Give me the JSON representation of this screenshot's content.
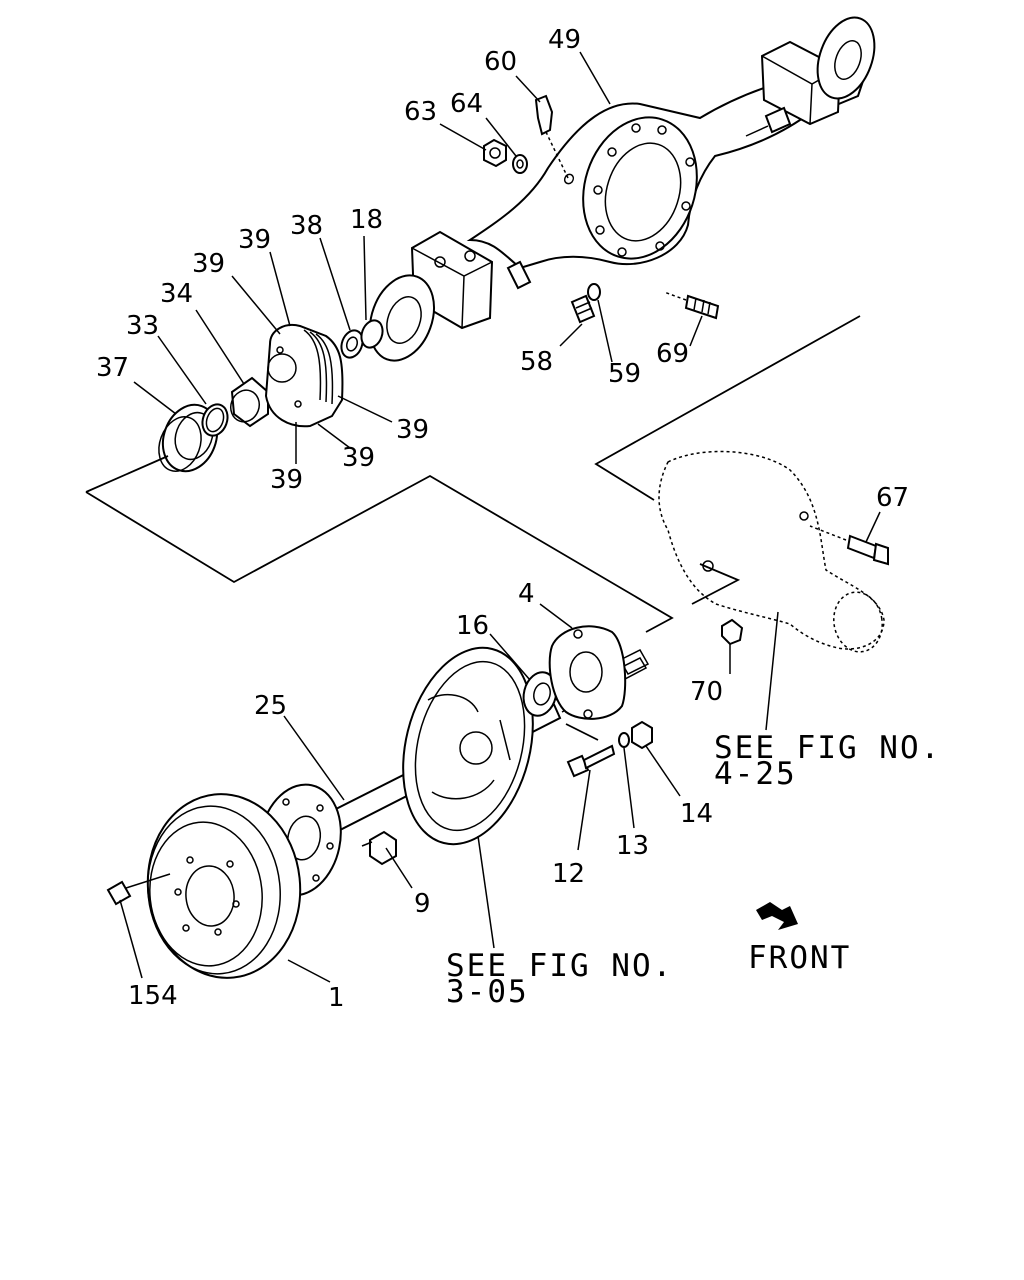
{
  "labels": {
    "p49": "49",
    "p60": "60",
    "p64": "64",
    "p63": "63",
    "p18": "18",
    "p38": "38",
    "p39a": "39",
    "p39b": "39",
    "p34": "34",
    "p33": "33",
    "p37": "37",
    "p39c": "39",
    "p39d": "39",
    "p39e": "39",
    "p58": "58",
    "p59": "59",
    "p69": "69",
    "p67": "67",
    "p70": "70",
    "p4": "4",
    "p16": "16",
    "p25": "25",
    "p9": "9",
    "p12": "12",
    "p13": "13",
    "p14": "14",
    "p154": "154",
    "p1": "1"
  },
  "notes": {
    "fig425_line1": "SEE FIG NO.",
    "fig425_line2": "4-25",
    "fig305_line1": "SEE FIG NO.",
    "fig305_line2": "3-05",
    "front": "FRONT"
  },
  "icons": {
    "front_arrow": "front-direction-arrow-icon"
  }
}
